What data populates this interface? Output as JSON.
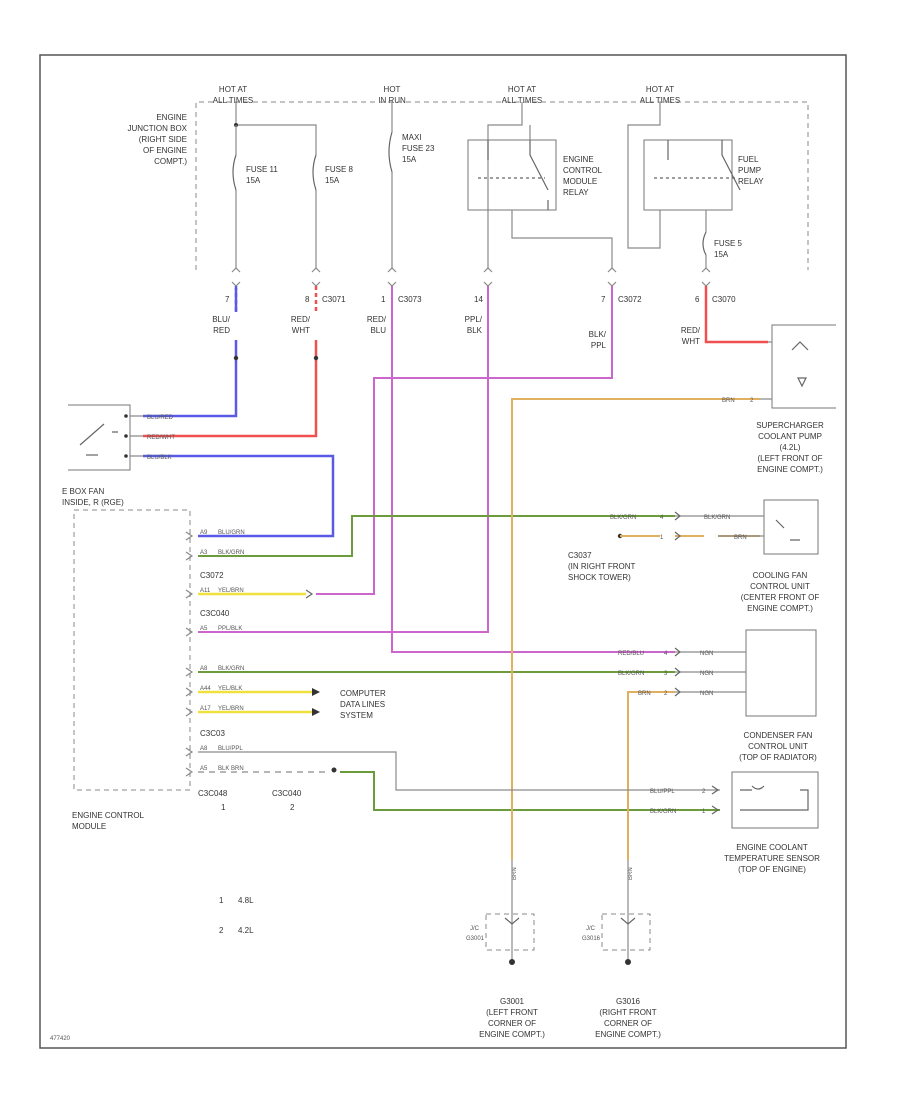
{
  "power": {
    "hot1": [
      "HOT AT",
      "ALL TIMES"
    ],
    "hot2": [
      "HOT",
      "IN RUN"
    ],
    "hot3": [
      "HOT AT",
      "ALL TIMES"
    ],
    "hot4": [
      "HOT AT",
      "ALL TIMES"
    ]
  },
  "junction_box": [
    "ENGINE",
    "JUNCTION BOX",
    "(RIGHT SIDE",
    "OF ENGINE",
    "COMPT.)"
  ],
  "fuses": {
    "f11": [
      "FUSE 11",
      "15A"
    ],
    "f8": [
      "FUSE 8",
      "15A"
    ],
    "f23": [
      "MAXI",
      "FUSE 23",
      "15A"
    ],
    "f5": [
      "FUSE 5",
      "15A"
    ]
  },
  "relays": {
    "ecm": [
      "ENGINE",
      "CONTROL",
      "MODULE",
      "RELAY"
    ],
    "fuel": [
      "FUEL",
      "PUMP",
      "RELAY"
    ]
  },
  "connectors": {
    "c1": {
      "pin": "7",
      "name": ""
    },
    "c2": {
      "pin": "8",
      "name": "C3071"
    },
    "c3": {
      "pin": "1",
      "name": "C3073"
    },
    "c4": {
      "pin": "14",
      "name": ""
    },
    "c5": {
      "pin": "7",
      "name": "C3072"
    },
    "c6": {
      "pin": "6",
      "name": "C3070"
    }
  },
  "wire_colors": {
    "w1": [
      "BLU/",
      "RED"
    ],
    "w2": [
      "RED/",
      "WHT"
    ],
    "w3": [
      "RED/",
      "BLU"
    ],
    "w4": [
      "PPL/",
      "BLK"
    ],
    "w5": [
      "BLK/",
      "PPL"
    ],
    "w6": [
      "RED/",
      "WHT"
    ]
  },
  "ecm": {
    "title": [
      "E BOX FAN",
      "INSIDE, R (RGE)"
    ],
    "label": [
      "ENGINE CONTROL",
      "MODULE"
    ],
    "connectors": [
      "C3072",
      "C3C040",
      "C3C03",
      "C3C048",
      "C3C040"
    ],
    "conn_nums": [
      "1",
      "2"
    ],
    "pins": [
      {
        "pin": "A9",
        "wire": "BLU/GRN"
      },
      {
        "pin": "A3",
        "wire": "BLK/GRN"
      },
      {
        "pin": "A11",
        "wire": "YEL/BRN"
      },
      {
        "pin": "A5",
        "wire": "PPL/BLK"
      },
      {
        "pin": "A8",
        "wire": "BLK/GRN"
      },
      {
        "pin": "A44",
        "wire": "YEL/BLK"
      },
      {
        "pin": "A17",
        "wire": "YEL/BRN"
      },
      {
        "pin": "A8",
        "wire": "BLU/PPL"
      },
      {
        "pin": "A5",
        "wire": "BLK BRN"
      }
    ],
    "left_wires": [
      "BLU/RED",
      "RED/WHT",
      "BLU/BLK"
    ]
  },
  "computer_data": [
    "COMPUTER",
    "DATA LINES",
    "SYSTEM"
  ],
  "supercharger": {
    "wire": "BRN",
    "pin": "2",
    "label": [
      "SUPERCHARGER",
      "COOLANT PUMP",
      "(4.2L)",
      "(LEFT FRONT OF",
      "ENGINE COMPT.)"
    ]
  },
  "cooling_fan": {
    "wires": [
      "BLK/GRN",
      "BRN"
    ],
    "pins": [
      "4",
      "1"
    ],
    "c_label": [
      "C3037",
      "(IN RIGHT FRONT",
      "SHOCK TOWER)"
    ],
    "label": [
      "COOLING FAN",
      "CONTROL UNIT",
      "(CENTER FRONT OF",
      "ENGINE COMPT.)"
    ]
  },
  "condenser_fan": {
    "wires": [
      "RED/BLU",
      "BLK/GRN",
      "BRN"
    ],
    "pins": [
      "4",
      "3",
      "2"
    ],
    "right": [
      "NGN",
      "NGN",
      "NGN"
    ],
    "label": [
      "CONDENSER FAN",
      "CONTROL UNIT",
      "(TOP OF RADIATOR)"
    ]
  },
  "coolant_sensor": {
    "wires": [
      "BLU/PPL",
      "BLK/GRN"
    ],
    "pins": [
      "2",
      "1"
    ],
    "label": [
      "ENGINE COOLANT",
      "TEMPERATURE SENSOR",
      "(TOP OF ENGINE)"
    ]
  },
  "ground_wires": [
    "BRN",
    "BRN"
  ],
  "grounds": {
    "g1": {
      "box": [
        "J/C",
        "G3001"
      ],
      "name": [
        "G3001",
        "(LEFT FRONT",
        "CORNER OF",
        "ENGINE COMPT.)"
      ]
    },
    "g2": {
      "box": [
        "J/C",
        "G3016"
      ],
      "name": [
        "G3016",
        "(RIGHT FRONT",
        "CORNER OF",
        "ENGINE COMPT.)"
      ]
    }
  },
  "legend": [
    {
      "num": "1",
      "text": "4.8L"
    },
    {
      "num": "2",
      "text": "4.2L"
    }
  ],
  "footer_id": "477420"
}
